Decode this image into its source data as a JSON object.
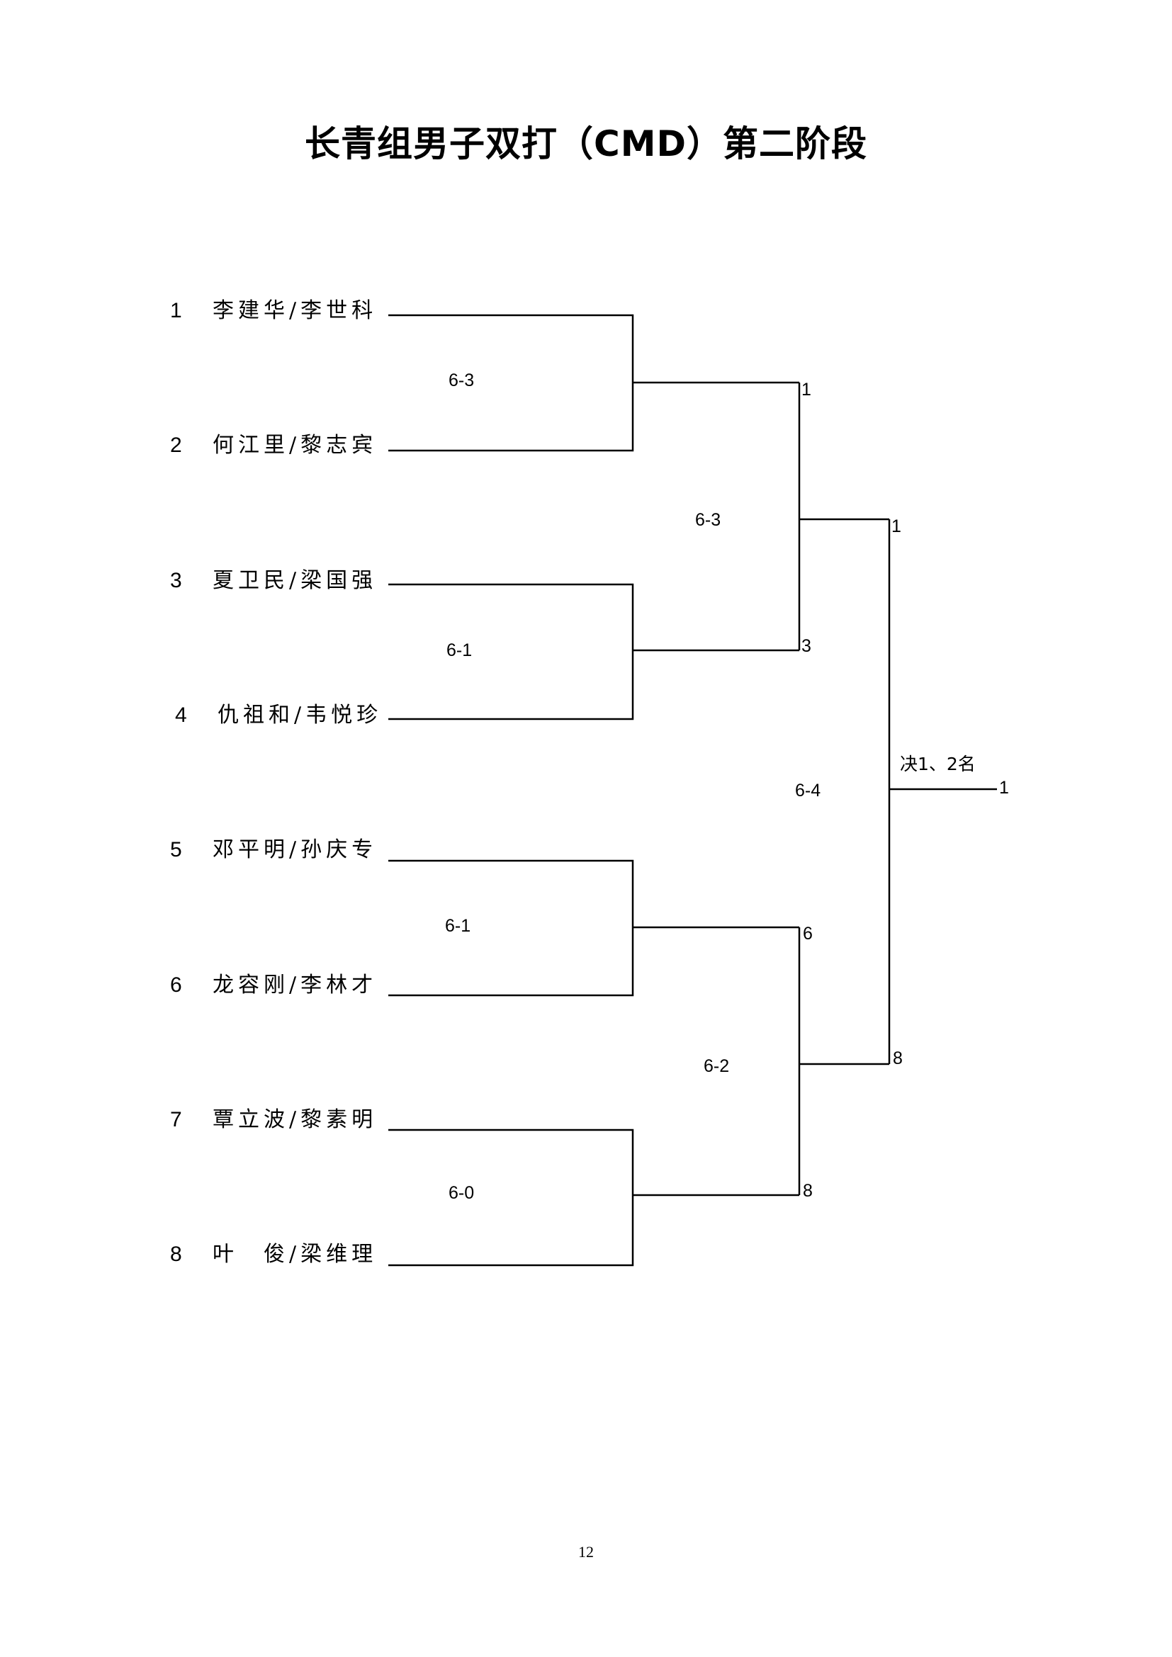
{
  "title": "长青组男子双打（CMD）第二阶段",
  "entries": [
    {
      "seed": "1",
      "team": "李建华/李世科"
    },
    {
      "seed": "2",
      "team": "何江里/黎志宾"
    },
    {
      "seed": "3",
      "team": "夏卫民/梁国强"
    },
    {
      "seed": "4",
      "team": "仇祖和/韦悦珍"
    },
    {
      "seed": "5",
      "team": "邓平明/孙庆专"
    },
    {
      "seed": "6",
      "team": "龙容刚/李林才"
    },
    {
      "seed": "7",
      "team": "覃立波/黎素明"
    },
    {
      "seed": "8",
      "team": "叶　俊/梁维理"
    }
  ],
  "round1": [
    {
      "score": "6-3",
      "winner": "1"
    },
    {
      "score": "6-1",
      "winner": "3"
    },
    {
      "score": "6-1",
      "winner": "6"
    },
    {
      "score": "6-0",
      "winner": "8"
    }
  ],
  "round2": [
    {
      "score": "6-3",
      "winner": "1"
    },
    {
      "score": "6-2",
      "winner": "8"
    }
  ],
  "final": {
    "score": "6-4",
    "label": "决1、2名",
    "winner": "1"
  },
  "page_number": "12"
}
